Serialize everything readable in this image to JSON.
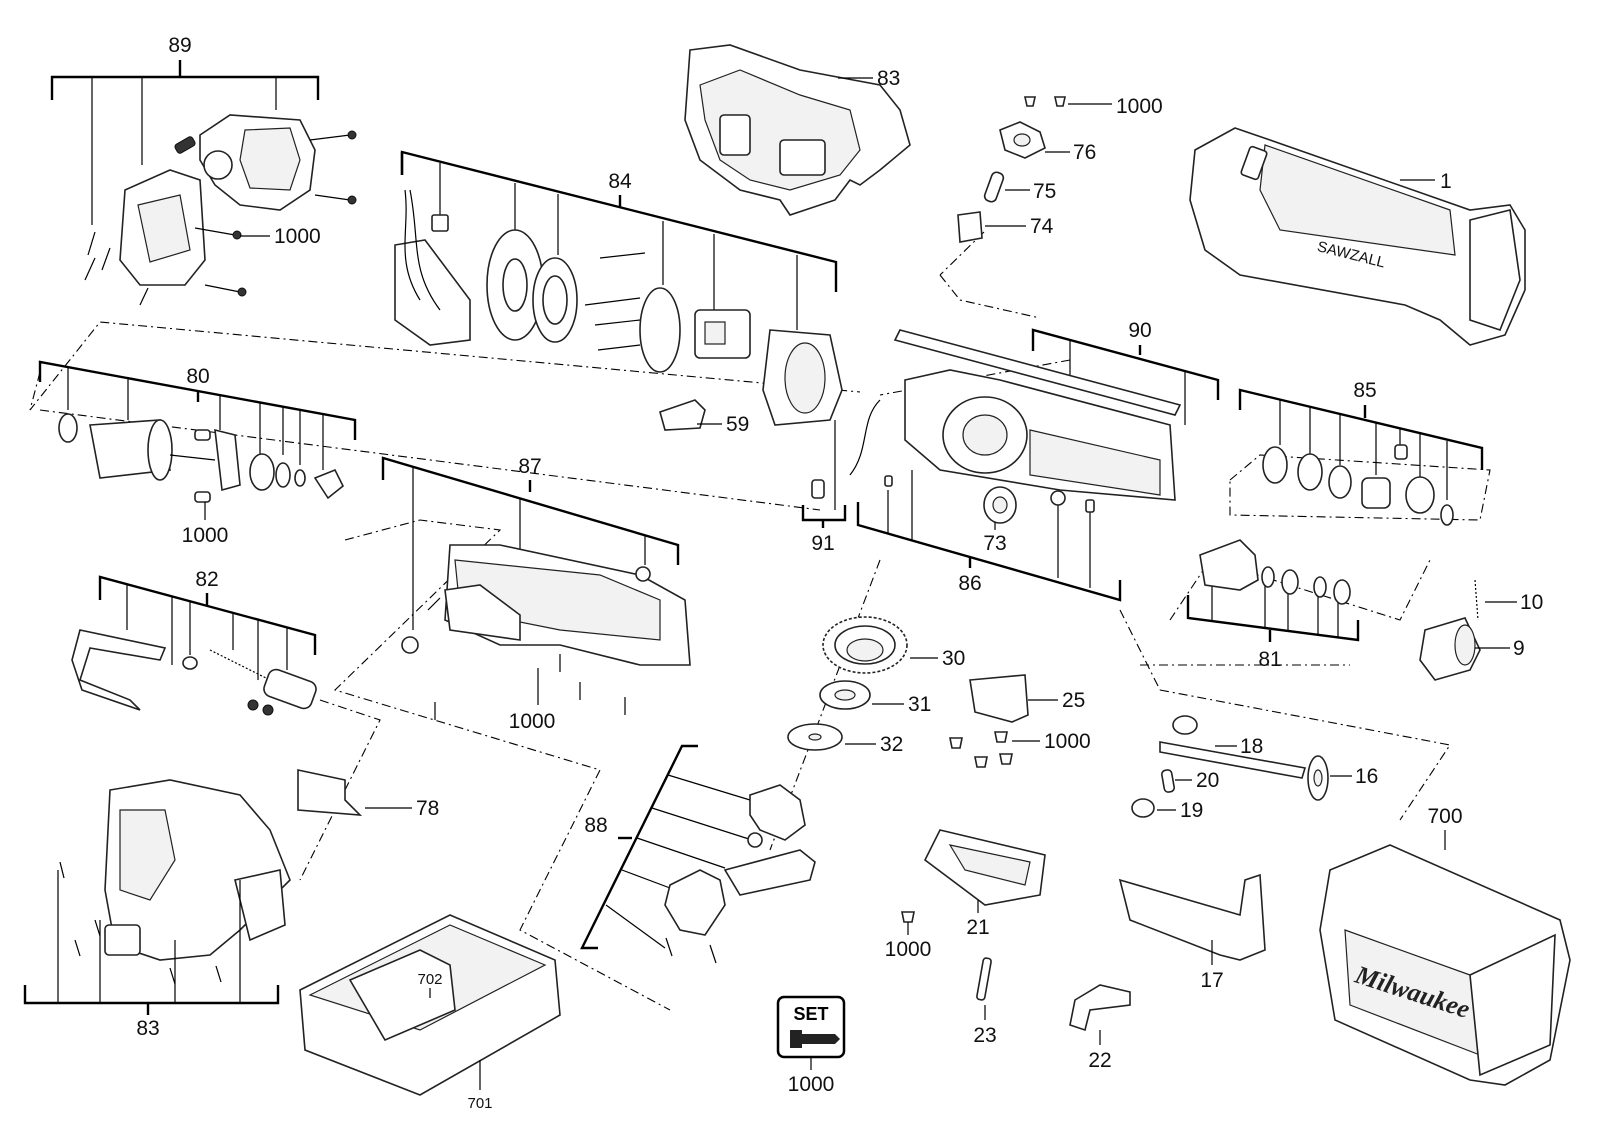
{
  "parts": {
    "p1": "1",
    "p9": "9",
    "p10": "10",
    "p16": "16",
    "p17": "17",
    "p18": "18",
    "p19": "19",
    "p20": "20",
    "p21": "21",
    "p22": "22",
    "p23": "23",
    "p25": "25",
    "p30": "30",
    "p31": "31",
    "p32": "32",
    "p59": "59",
    "p73": "73",
    "p74": "74",
    "p75": "75",
    "p76": "76",
    "p78": "78",
    "p80": "80",
    "p81": "81",
    "p82": "82",
    "p83": "83",
    "p84": "84",
    "p85": "85",
    "p86": "86",
    "p87": "87",
    "p88": "88",
    "p89": "89",
    "p90": "90",
    "p91": "91",
    "p700": "700",
    "p701": "701",
    "p702": "702",
    "p1000": "1000"
  },
  "set_badge": "SET",
  "housing_text": "SAWZALL",
  "case_brand": "Milwaukee"
}
